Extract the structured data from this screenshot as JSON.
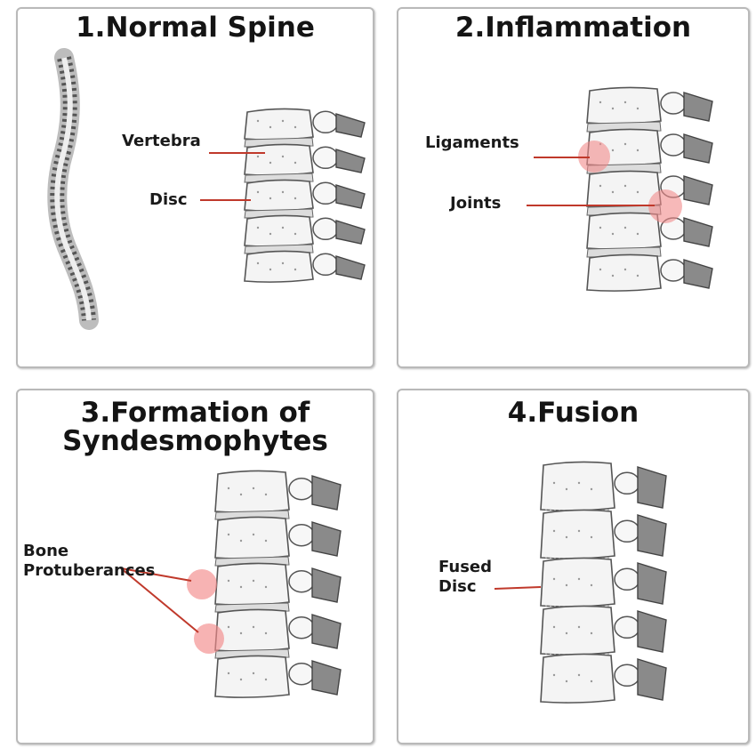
{
  "panels": [
    {
      "title": "1.Normal Spine",
      "labels": {
        "vertebra": "Vertebra",
        "disc": "Disc"
      }
    },
    {
      "title": "2.Inflammation",
      "labels": {
        "ligaments": "Ligaments",
        "joints": "Joints"
      }
    },
    {
      "title_line1": "3.Formation of",
      "title_line2": "Syndesmophytes",
      "labels": {
        "bone_line1": "Bone",
        "bone_line2": "Protuberances"
      }
    },
    {
      "title": "4.Fusion",
      "labels": {
        "fused_line1": "Fused",
        "fused_line2": "Disc"
      }
    }
  ],
  "colors": {
    "leader_line": "#c0392b",
    "highlight": "#f28b8b",
    "bone_outline": "#555555",
    "bone_shade": "#8a8a8a"
  }
}
